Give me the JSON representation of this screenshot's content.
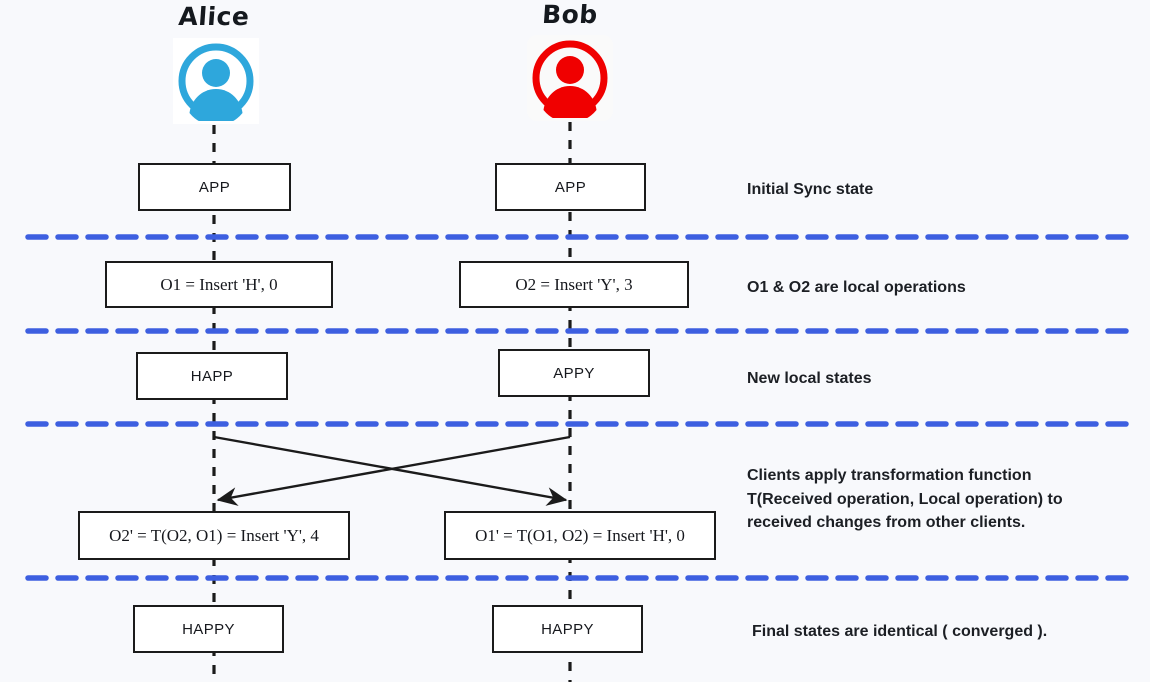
{
  "diagram": {
    "title": "Operational Transformation convergence diagram",
    "background_color": "#f8f9fc",
    "separator_color": "#3d5fe0",
    "line_color": "#1b1b1b"
  },
  "participants": [
    {
      "id": "alice",
      "name": "Alice",
      "avatar_icon": "person-avatar-icon",
      "avatar_color": "#2ea7dc"
    },
    {
      "id": "bob",
      "name": "Bob",
      "avatar_icon": "person-avatar-icon",
      "avatar_color": "#f00000"
    }
  ],
  "rows": [
    {
      "id": "initial",
      "annotation": "Initial Sync state",
      "alice": "APP",
      "bob": "APP"
    },
    {
      "id": "local-operations",
      "annotation": "O1 & O2 are local operations",
      "alice": "O1 = Insert 'H', 0",
      "bob": "O2 = Insert 'Y', 3"
    },
    {
      "id": "new-local-states",
      "annotation": "New local states",
      "alice": "HAPP",
      "bob": "APPY"
    },
    {
      "id": "transformation",
      "annotation": "Clients apply transformation function T(Received operation, Local operation) to received changes from other clients.",
      "alice": "O2' = T(O2, O1) = Insert 'Y', 4",
      "bob": "O1' = T(O1, O2) = Insert 'H', 0"
    },
    {
      "id": "converged",
      "annotation": "Final states are identical ( converged ).",
      "alice": "HAPPY",
      "bob": "HAPPY"
    }
  ]
}
